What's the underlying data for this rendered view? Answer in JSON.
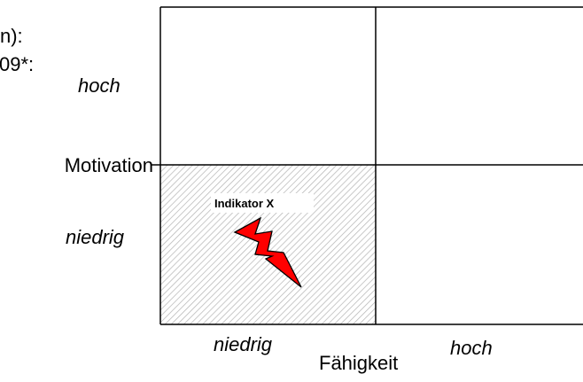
{
  "partial_text": {
    "line1": "n):",
    "line2": "09*:"
  },
  "y_axis": {
    "label": "Motivation",
    "high": "hoch",
    "low": "niedrig"
  },
  "x_axis": {
    "label": "Fähigkeit",
    "low": "niedrig",
    "high": "hoch"
  },
  "quadrants": {
    "low_low": {
      "label": "Indikator X",
      "icon": "lightning-bolt-icon",
      "hatched": true
    }
  },
  "colors": {
    "bolt_fill": "#ff0000",
    "hatch": "#b3b3b3",
    "lines": "#000000"
  }
}
